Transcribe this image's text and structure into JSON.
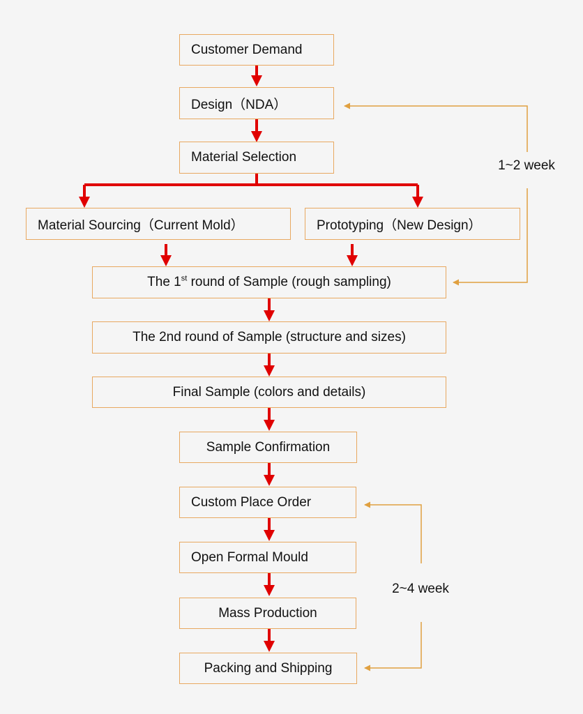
{
  "steps": {
    "customer_demand": "Customer Demand",
    "design": "Design（NDA）",
    "material_selection": "Material Selection",
    "material_sourcing": "Material Sourcing（Current Mold）",
    "prototyping": "Prototyping（New Design）",
    "round1_prefix": "The 1",
    "round1_sup": "st",
    "round1_suffix": " round of Sample (rough sampling)",
    "round2": "The 2nd round of Sample (structure and sizes)",
    "final_sample": "Final Sample (colors and details)",
    "sample_confirmation": "Sample Confirmation",
    "place_order": "Custom Place Order",
    "open_mould": "Open Formal Mould",
    "mass_production": "Mass Production",
    "packing_shipping": "Packing and Shipping"
  },
  "durations": {
    "sampling": "1~2 week",
    "production": "2~4 week"
  },
  "colors": {
    "flow_arrow": "#e00000",
    "box_border": "#e8a860",
    "loop_line": "#e0a040"
  }
}
